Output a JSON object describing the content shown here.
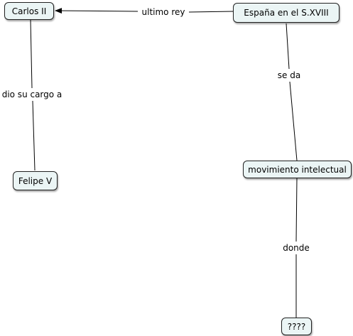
{
  "concept_map": {
    "nodes": {
      "carlos": "Carlos II",
      "espana": "España en el S.XVIII",
      "felipe": "Felipe V",
      "movimiento": "movimiento intelectual",
      "unknown": "????"
    },
    "links": {
      "ultimo_rey": "ultimo rey",
      "dio_su_cargo": "dio su cargo a",
      "se_da": "se da",
      "donde": "donde"
    }
  }
}
